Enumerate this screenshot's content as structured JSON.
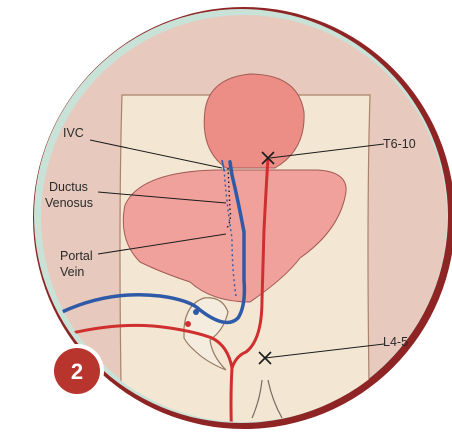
{
  "labels": {
    "ivc": "IVC",
    "ductus_line1": "Ductus",
    "ductus_line2": "Venosus",
    "portal_line1": "Portal",
    "portal_line2": "Vein",
    "t_level": "T6-10",
    "l_level": "L4-5"
  },
  "step_badge": {
    "number": "2"
  },
  "colors": {
    "background_circle": "#e8c9bd",
    "outer_ring_dark": "#8e2423",
    "outer_ring_light": "#c8e2d8",
    "body": "#f3e6d2",
    "heart": "#ec8d86",
    "liver": "#f0a19c",
    "vein_blue": "#2f5aa8",
    "artery_red": "#cf2f2f",
    "badge": "#b8352e"
  }
}
